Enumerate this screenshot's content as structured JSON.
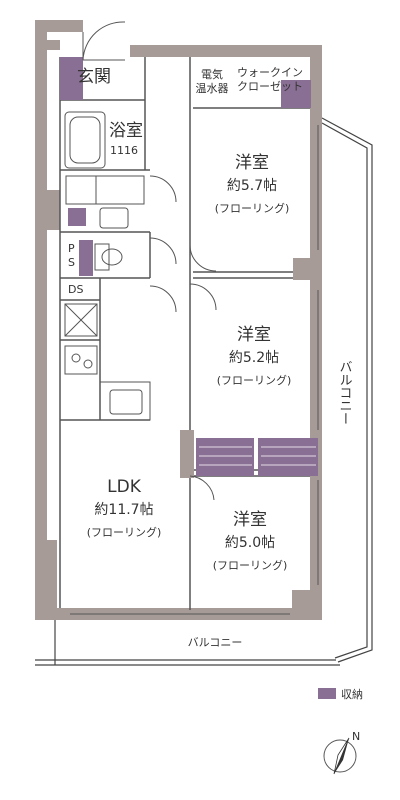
{
  "colors": {
    "wall": "#a69b96",
    "storage": "#8a6f95",
    "line": "#555555",
    "balcony_line": "#444444"
  },
  "rooms": {
    "entrance": {
      "name": "玄関"
    },
    "bath": {
      "name": "浴室",
      "size": "1116"
    },
    "electric": {
      "line1": "電気",
      "line2": "温水器"
    },
    "wic": {
      "line1": "ウォークイン",
      "line2": "クローゼット"
    },
    "western1": {
      "name": "洋室",
      "size": "約5.7帖",
      "floor": "(フローリング)"
    },
    "western2": {
      "name": "洋室",
      "size": "約5.2帖",
      "floor": "(フローリング)"
    },
    "western3": {
      "name": "洋室",
      "size": "約5.0帖",
      "floor": "(フローリング)"
    },
    "ldk": {
      "name": "LDK",
      "size": "約11.7帖",
      "floor": "(フローリング)"
    },
    "ps": "PS",
    "ds": "DS"
  },
  "balcony_right": "バルコニー",
  "balcony_bottom": "バルコニー",
  "legend": {
    "label": "収納"
  },
  "compass": {
    "label": "N",
    "icon": "north-arrow-icon"
  }
}
